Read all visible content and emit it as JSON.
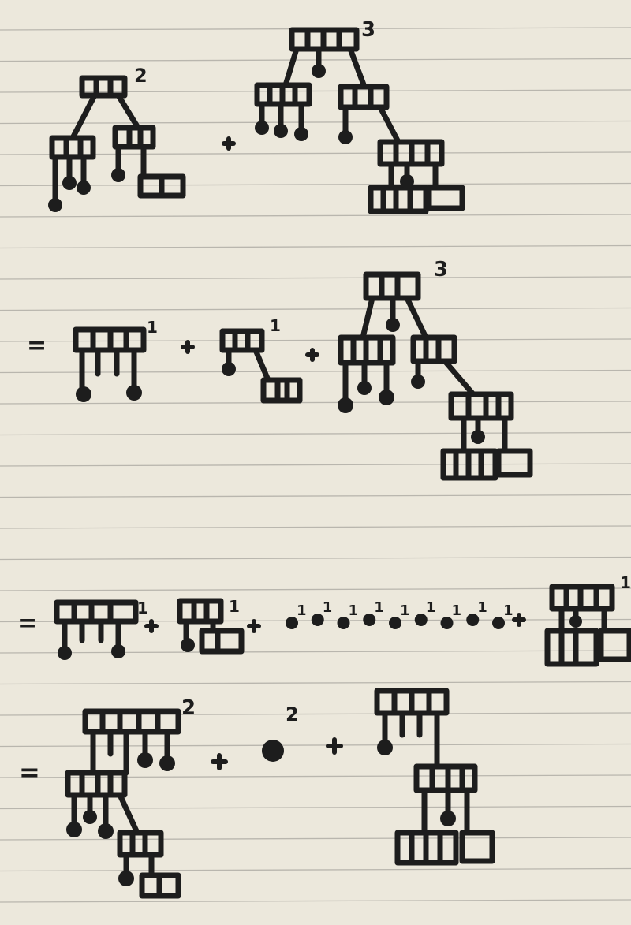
{
  "equation": {
    "line1": {
      "term1": {
        "exponent": "2"
      },
      "plus1": "+",
      "term2": {
        "exponent": "3"
      }
    },
    "line2": {
      "equals": "=",
      "term1": {
        "exponent": "1"
      },
      "plus1": "+",
      "term2": {
        "exponent": "1"
      },
      "plus2": "+",
      "term3": {
        "exponent": "3"
      }
    },
    "line3": {
      "equals": "=",
      "term1": {
        "exponent": "1"
      },
      "plus1": "+",
      "term2": {
        "exponent": "1"
      },
      "plus2": "+",
      "dots": [
        "1",
        "1",
        "1",
        "1",
        "1",
        "1",
        "1",
        "1",
        "1"
      ],
      "plus3": "+",
      "term3": {
        "exponent": "1"
      }
    },
    "line4": {
      "equals": "=",
      "term1": {
        "exponent": "2"
      },
      "plus1": "+",
      "term2": {
        "exponent": "2"
      },
      "plus2": "+"
    }
  }
}
